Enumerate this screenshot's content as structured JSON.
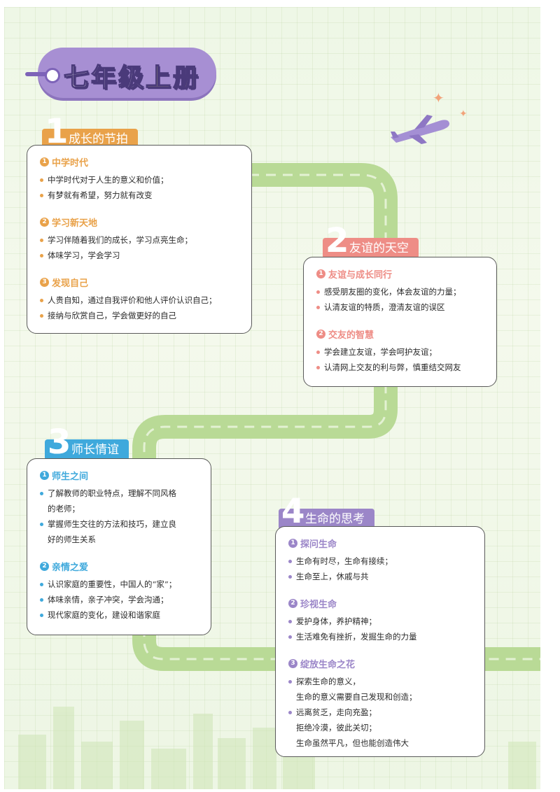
{
  "title": {
    "part1": "七年级",
    "part2": "上册"
  },
  "units": [
    {
      "num": "1",
      "name": "成长的节拍",
      "color": "#e9a24a",
      "sections": [
        {
          "badge": "1",
          "title": "中学时代",
          "items": [
            [
              "中学时代对于人生的意义和价值；"
            ],
            [
              "有梦就有希望，努力就有改变"
            ]
          ]
        },
        {
          "badge": "2",
          "title": "学习新天地",
          "items": [
            [
              "学习伴随着我们的成长，学习点亮生命；"
            ],
            [
              "体味学习，学会学习"
            ]
          ]
        },
        {
          "badge": "3",
          "title": "发现自己",
          "items": [
            [
              "人贵自知，通过自我评价和他人评价认识自己；"
            ],
            [
              "接纳与欣赏自己，学会做更好的自己"
            ]
          ]
        }
      ]
    },
    {
      "num": "2",
      "name": "友谊的天空",
      "color": "#ee8d86",
      "sections": [
        {
          "badge": "1",
          "title": "友谊与成长同行",
          "items": [
            [
              "感受朋友圈的变化，体会友谊的力量；"
            ],
            [
              "认清友谊的特质，澄清友谊的误区"
            ]
          ]
        },
        {
          "badge": "2",
          "title": "交友的智慧",
          "items": [
            [
              "学会建立友谊，学会呵护友谊；"
            ],
            [
              "认清网上交友的利与弊，慎重结交网友"
            ]
          ]
        }
      ]
    },
    {
      "num": "3",
      "name": "师长情谊",
      "color": "#3fa9dc",
      "sections": [
        {
          "badge": "1",
          "title": "师生之间",
          "items": [
            [
              "了解教师的职业特点，理解不同风格",
              "的老师；"
            ],
            [
              "掌握师生交往的方法和技巧，建立良",
              "好的师生关系"
            ]
          ]
        },
        {
          "badge": "2",
          "title": "亲情之爱",
          "items": [
            [
              "认识家庭的重要性，中国人的“家”；"
            ],
            [
              "体味亲情，亲子冲突，学会沟通；"
            ],
            [
              "现代家庭的变化，建设和谐家庭"
            ]
          ]
        }
      ]
    },
    {
      "num": "4",
      "name": "生命的思考",
      "color": "#9b86c8",
      "sections": [
        {
          "badge": "1",
          "title": "探问生命",
          "items": [
            [
              "生命有时尽，生命有接续；"
            ],
            [
              "生命至上，休戚与共"
            ]
          ]
        },
        {
          "badge": "2",
          "title": "珍视生命",
          "items": [
            [
              "爱护身体，养护精神；"
            ],
            [
              "生活难免有挫折，发掘生命的力量"
            ]
          ]
        },
        {
          "badge": "3",
          "title": "绽放生命之花",
          "items": [
            [
              "探索生命的意义，",
              "生命的意义需要自己发现和创造；"
            ],
            [
              "远离贫乏，走向充盈；",
              "拒绝冷漠，彼此关切；",
              "生命虽然平凡，但也能创造伟大"
            ]
          ]
        }
      ]
    }
  ]
}
